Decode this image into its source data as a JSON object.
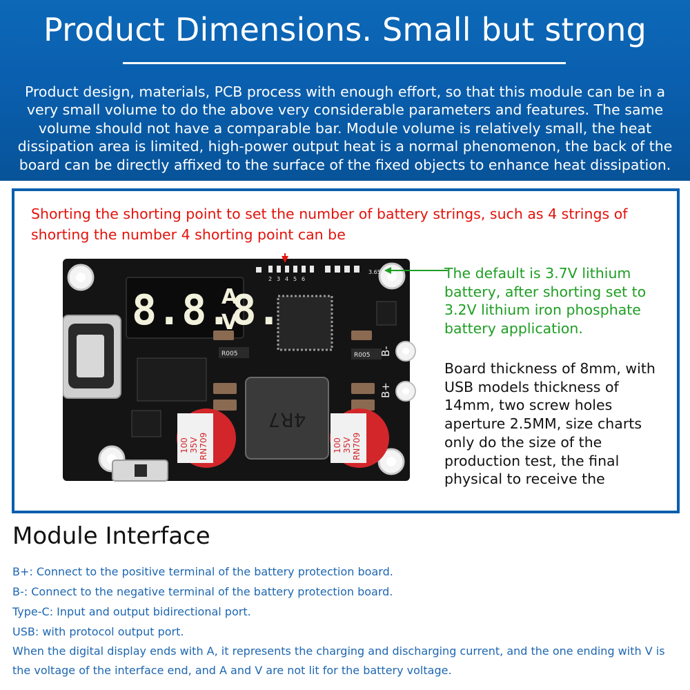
{
  "header": {
    "title": "Product Dimensions. Small but strong",
    "description": "Product design, materials, PCB process with enough effort, so that this module can be in a very small volume to do the above very considerable parameters and features. The same volume should not have a comparable bar. Module volume is relatively small, the heat dissipation area is limited, high-power output heat is a normal phenomenon, the back of the board can be directly affixed to the surface of the fixed objects to enhance heat dissipation."
  },
  "panel": {
    "shorting_note": "Shorting the shorting point to set the number of battery strings, such as 4 strings of shorting the number 4 shorting point can be",
    "default_note": "The default is 3.7V lithium battery, after shorting set to 3.2V lithium iron phosphate battery application.",
    "thickness_note": "Board thickness of 8mm, with USB models thickness of 14mm, two screw holes aperture 2.5MM, size charts only do the size of the production test, the final physical to receive the"
  },
  "board": {
    "display_digits": "8.8.8.",
    "display_unit_a": "A",
    "display_unit_v": "V",
    "pad_numbers": [
      "2",
      "3",
      "4",
      "5",
      "6"
    ],
    "pad_365_label": "3.65",
    "terminal_b_minus": "B-",
    "terminal_b_plus": "B+",
    "inductor_label": "4R7",
    "capacitor_label_value": "100",
    "capacitor_label_voltage": "35V",
    "capacitor_label_series": "RN709",
    "resistor_label": "R005",
    "colors": {
      "pcb": "#141414",
      "display_segments": "#f2f1dc",
      "capacitor_red": "#d2262b",
      "arrow_green": "#1e9e23",
      "arrow_red": "#e3120b"
    }
  },
  "interface": {
    "title": "Module Interface",
    "items": [
      "B+: Connect to the positive terminal of the battery protection board.",
      "B-: Connect to the negative terminal of the battery protection board.",
      "Type-C: Input and output bidirectional port.",
      "USB: with protocol output port.",
      "When the digital display ends with A, it represents the charging and discharging current, and the one ending with V is the voltage of the interface end, and A and V are not lit for the battery voltage."
    ]
  }
}
